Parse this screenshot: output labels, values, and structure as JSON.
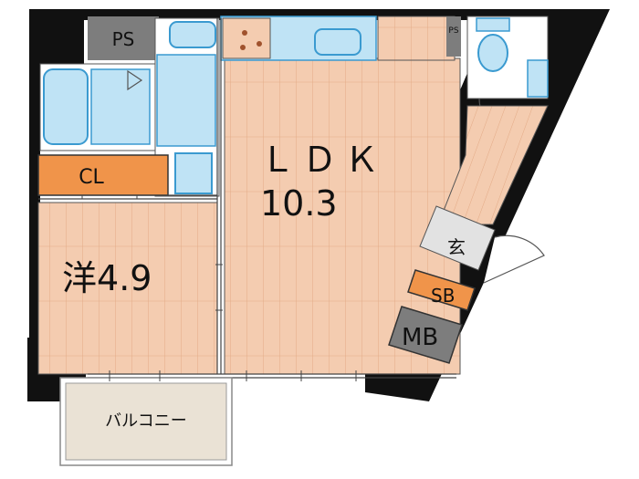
{
  "rooms": {
    "ldk": {
      "name": "ＬＤＫ",
      "size": "10.3"
    },
    "western": {
      "name": "洋",
      "size": "4.9"
    },
    "closet": "CL",
    "pipe_shaft_main": "PS",
    "pipe_shaft_small": "PS",
    "shoe_box": "SB",
    "meter_box": "MB",
    "entrance": "玄",
    "balcony": "バルコニー"
  },
  "colors": {
    "wall": "#111111",
    "floor_wood": "#f4ccb0",
    "floor_wood_line": "#e3aa86",
    "closet": "#f0944a",
    "fixture": "#bfe3f5",
    "fixture_stroke": "#3a9ad0",
    "service_box": "#7d7d7d",
    "balcony": "#eae2d5",
    "entrance": "#e2e2e2"
  }
}
